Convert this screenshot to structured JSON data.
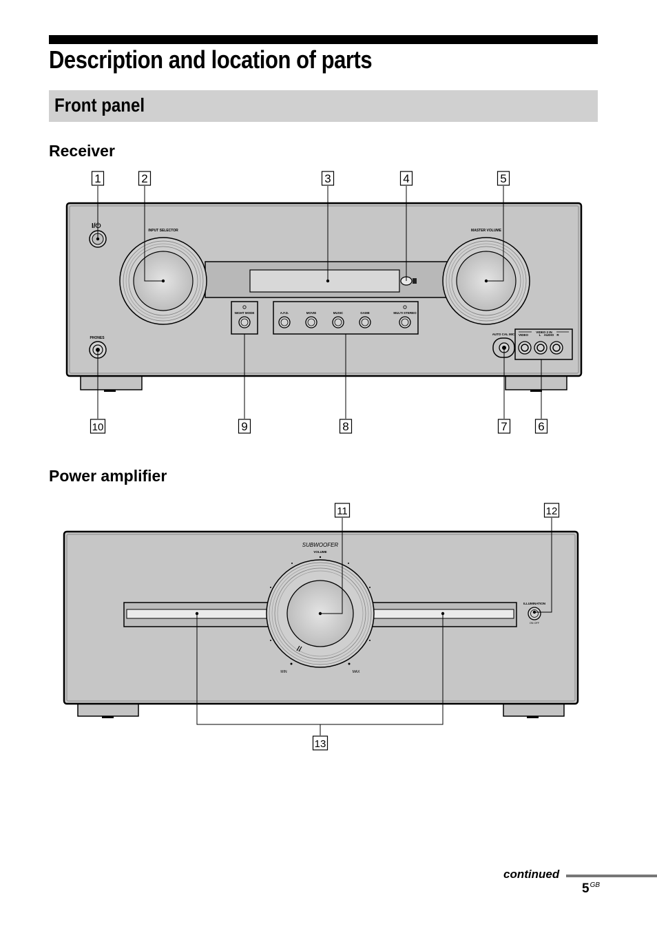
{
  "page": {
    "title": "Description and location of parts",
    "section": "Front panel",
    "receiver_heading": "Receiver",
    "amplifier_heading": "Power amplifier",
    "continued": "continued",
    "page_number": "5",
    "page_suffix": "GB"
  },
  "receiver": {
    "callouts": [
      "1",
      "2",
      "3",
      "4",
      "5",
      "6",
      "7",
      "8",
      "9",
      "10"
    ],
    "power_label": "I/⏻",
    "input_selector": "INPUT SELECTOR",
    "master_volume": "MASTER VOLUME",
    "night_mode": "NIGHT MODE",
    "buttons": [
      "A.F.D.",
      "MOVIE",
      "MUSIC",
      "GAME",
      "MULTI STEREO"
    ],
    "phones": "PHONES",
    "auto_cal_mic": "AUTO CAL MIC",
    "video2_in": "VIDEO 2 IN",
    "video": "VIDEO",
    "audio_l": "L",
    "audio": "AUDIO",
    "audio_r": "R"
  },
  "amplifier": {
    "callouts": [
      "11",
      "12",
      "13"
    ],
    "subwoofer": "SUBWOOFER",
    "volume": "VOLUME",
    "min": "MIN",
    "max": "MAX",
    "illumination": "ILLUMINATION",
    "on_off": "ON  OFF"
  }
}
